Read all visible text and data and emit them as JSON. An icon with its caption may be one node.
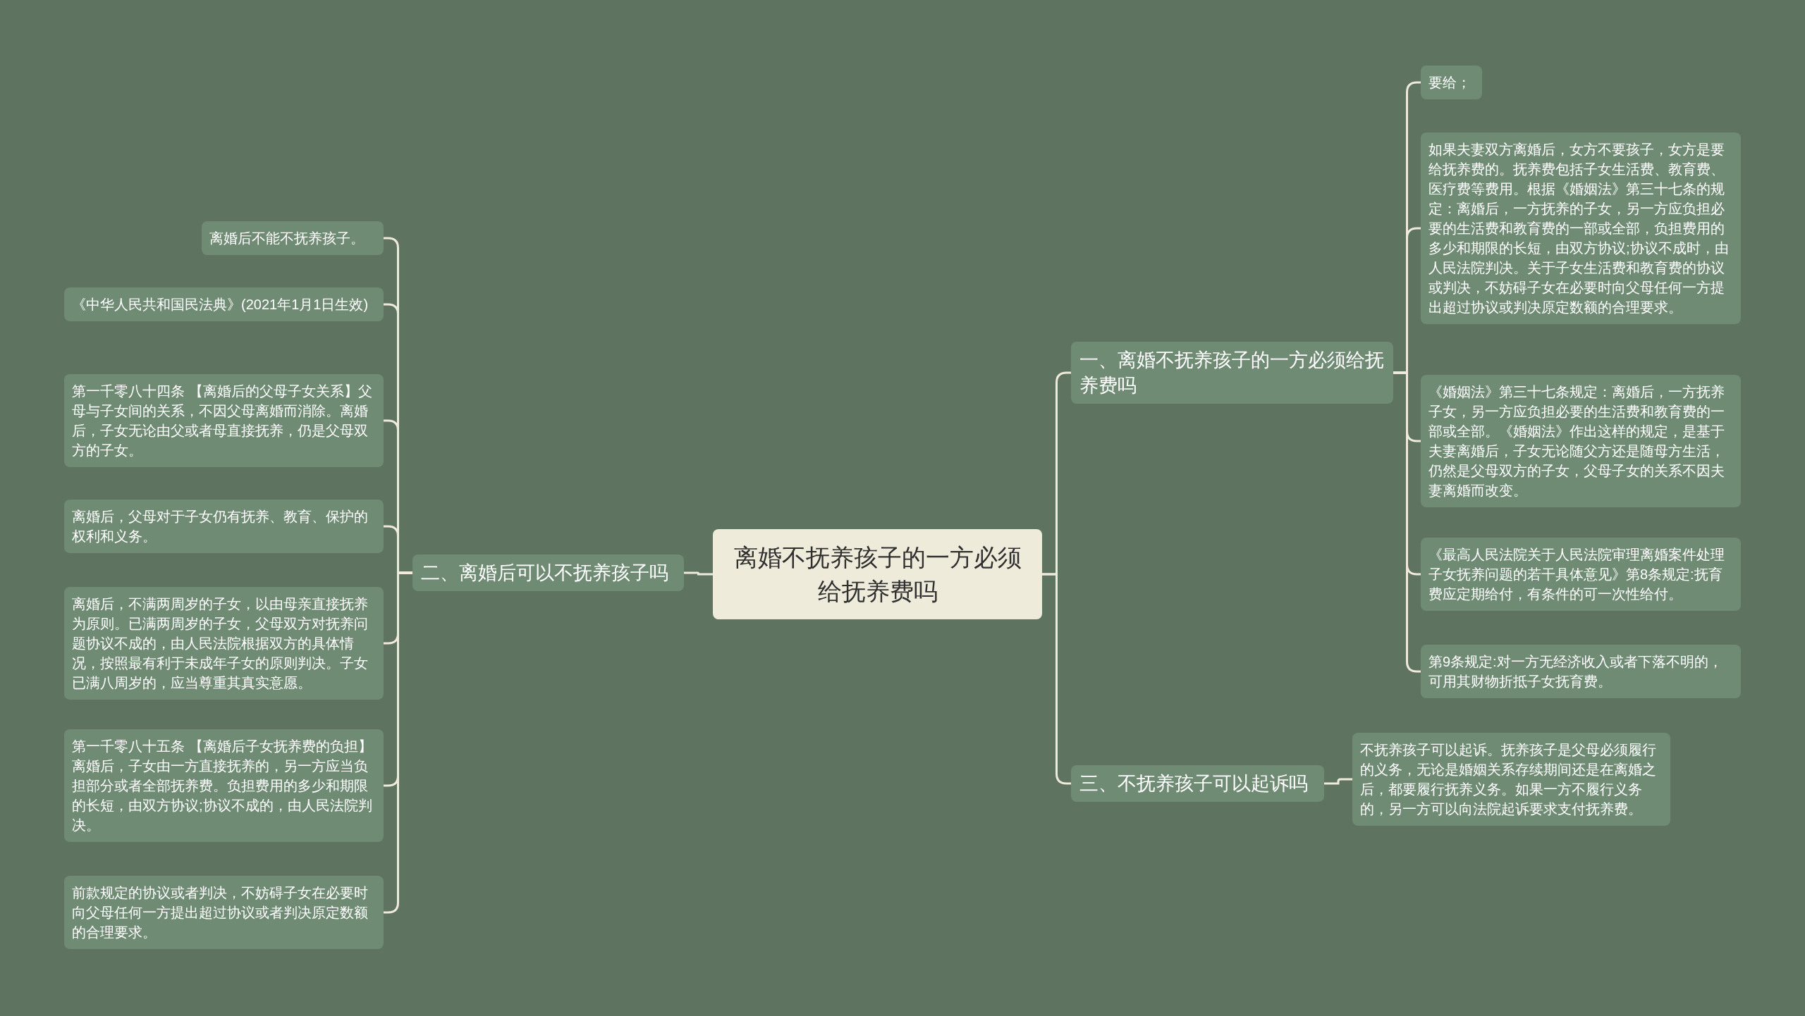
{
  "diagram": {
    "nodes": [
      {
        "text": [
          "离婚不抚养孩子的一方必须给抚养费吗"
        ]
      },
      {
        "text": [
          "一、离婚不抚养孩子的一方必须给抚养费吗"
        ]
      },
      {
        "text": [
          "要给；"
        ]
      },
      {
        "text": [
          "如果夫妻双方离婚后，女方不要孩子，女方是要给抚养费的。抚养费包括子女生活费、教育费、医疗费等费用。根据《婚姻法》第三十七条的规定：离婚后，一方抚养的子女，另一方应负担必要的生活费和教育费的一部或全部，负担费用的多少和期限的长短，由双方协议;协议不成时，由人民法院判决。关于子女生活费和教育费的协议或判决，不妨碍子女在必要时向父母任何一方提出超过协议或判决原定数额的合理要求。"
        ]
      },
      {
        "text": [
          "《婚姻法》第三十七条规定：离婚后，一方抚养子女，另一方应负担必要的生活费和教育费的一部或全部。《婚姻法》作出这样的规定，是基于夫妻离婚后，子女无论随父方还是随母方生活，仍然是父母双方的子女，父母子女的关系不因夫妻离婚而改变。"
        ]
      },
      {
        "text": [
          "《最高人民法院关于人民法院审理离婚案件处理子女抚养问题的若干具体意见》第8条规定:抚育费应定期给付，有条件的可一次性给付。"
        ]
      },
      {
        "text": [
          "第9条规定:对一方无经济收入或者下落不明的，可用其财物折抵子女抚育费。"
        ]
      },
      {
        "text": [
          "二、离婚后可以不抚养孩子吗"
        ]
      },
      {
        "text": [
          "离婚后不能不抚养孩子。"
        ]
      },
      {
        "text": [
          "《中华人民共和国民法典》(2021年1月1日生效)"
        ]
      },
      {
        "text": [
          "第一千零八十四条 【离婚后的父母子女关系】父母与子女间的关系，不因父母离婚而消除。离婚后，子女无论由父或者母直接抚养，仍是父母双方的子女。"
        ]
      },
      {
        "text": [
          "离婚后，父母对于子女仍有抚养、教育、保护的权利和义务。"
        ]
      },
      {
        "text": [
          "离婚后，不满两周岁的子女，以由母亲直接抚养为原则。已满两周岁的子女，父母双方对抚养问题协议不成的，由人民法院根据双方的具体情况，按照最有利于未成年子女的原则判决。子女已满八周岁的，应当尊重其真实意愿。"
        ]
      },
      {
        "text": [
          "第一千零八十五条 【离婚后子女抚养费的负担】离婚后，子女由一方直接抚养的，另一方应当负担部分或者全部抚养费。负担费用的多少和期限的长短，由双方协议;协议不成的，由人民法院判决。"
        ]
      },
      {
        "text": [
          "前款规定的协议或者判决，不妨碍子女在必要时向父母任何一方提出超过协议或者判决原定数额的合理要求。"
        ]
      },
      {
        "text": [
          "三、不抚养孩子可以起诉吗"
        ]
      },
      {
        "text": [
          "不抚养孩子可以起诉。抚养孩子是父母必须履行的义务，无论是婚姻关系存续期间还是在离婚之后，都要履行抚养义务。如果一方不履行义务的，另一方可以向法院起诉要求支付抚养费。"
        ]
      }
    ],
    "edges": [
      {
        "from": 0,
        "to": 1,
        "arrow": "none"
      },
      {
        "from": 1,
        "to": 2,
        "arrow": "none"
      },
      {
        "from": 1,
        "to": 3,
        "arrow": "none"
      },
      {
        "from": 1,
        "to": 4,
        "arrow": "none"
      },
      {
        "from": 1,
        "to": 5,
        "arrow": "none"
      },
      {
        "from": 1,
        "to": 6,
        "arrow": "none"
      },
      {
        "from": 0,
        "to": 7,
        "arrow": "none"
      },
      {
        "from": 7,
        "to": 8,
        "arrow": "none"
      },
      {
        "from": 7,
        "to": 9,
        "arrow": "none"
      },
      {
        "from": 7,
        "to": 10,
        "arrow": "none"
      },
      {
        "from": 7,
        "to": 11,
        "arrow": "none"
      },
      {
        "from": 7,
        "to": 12,
        "arrow": "none"
      },
      {
        "from": 7,
        "to": 13,
        "arrow": "none"
      },
      {
        "from": 7,
        "to": 14,
        "arrow": "none"
      },
      {
        "from": 0,
        "to": 15,
        "arrow": "none"
      },
      {
        "from": 15,
        "to": 16,
        "arrow": "none"
      }
    ]
  }
}
